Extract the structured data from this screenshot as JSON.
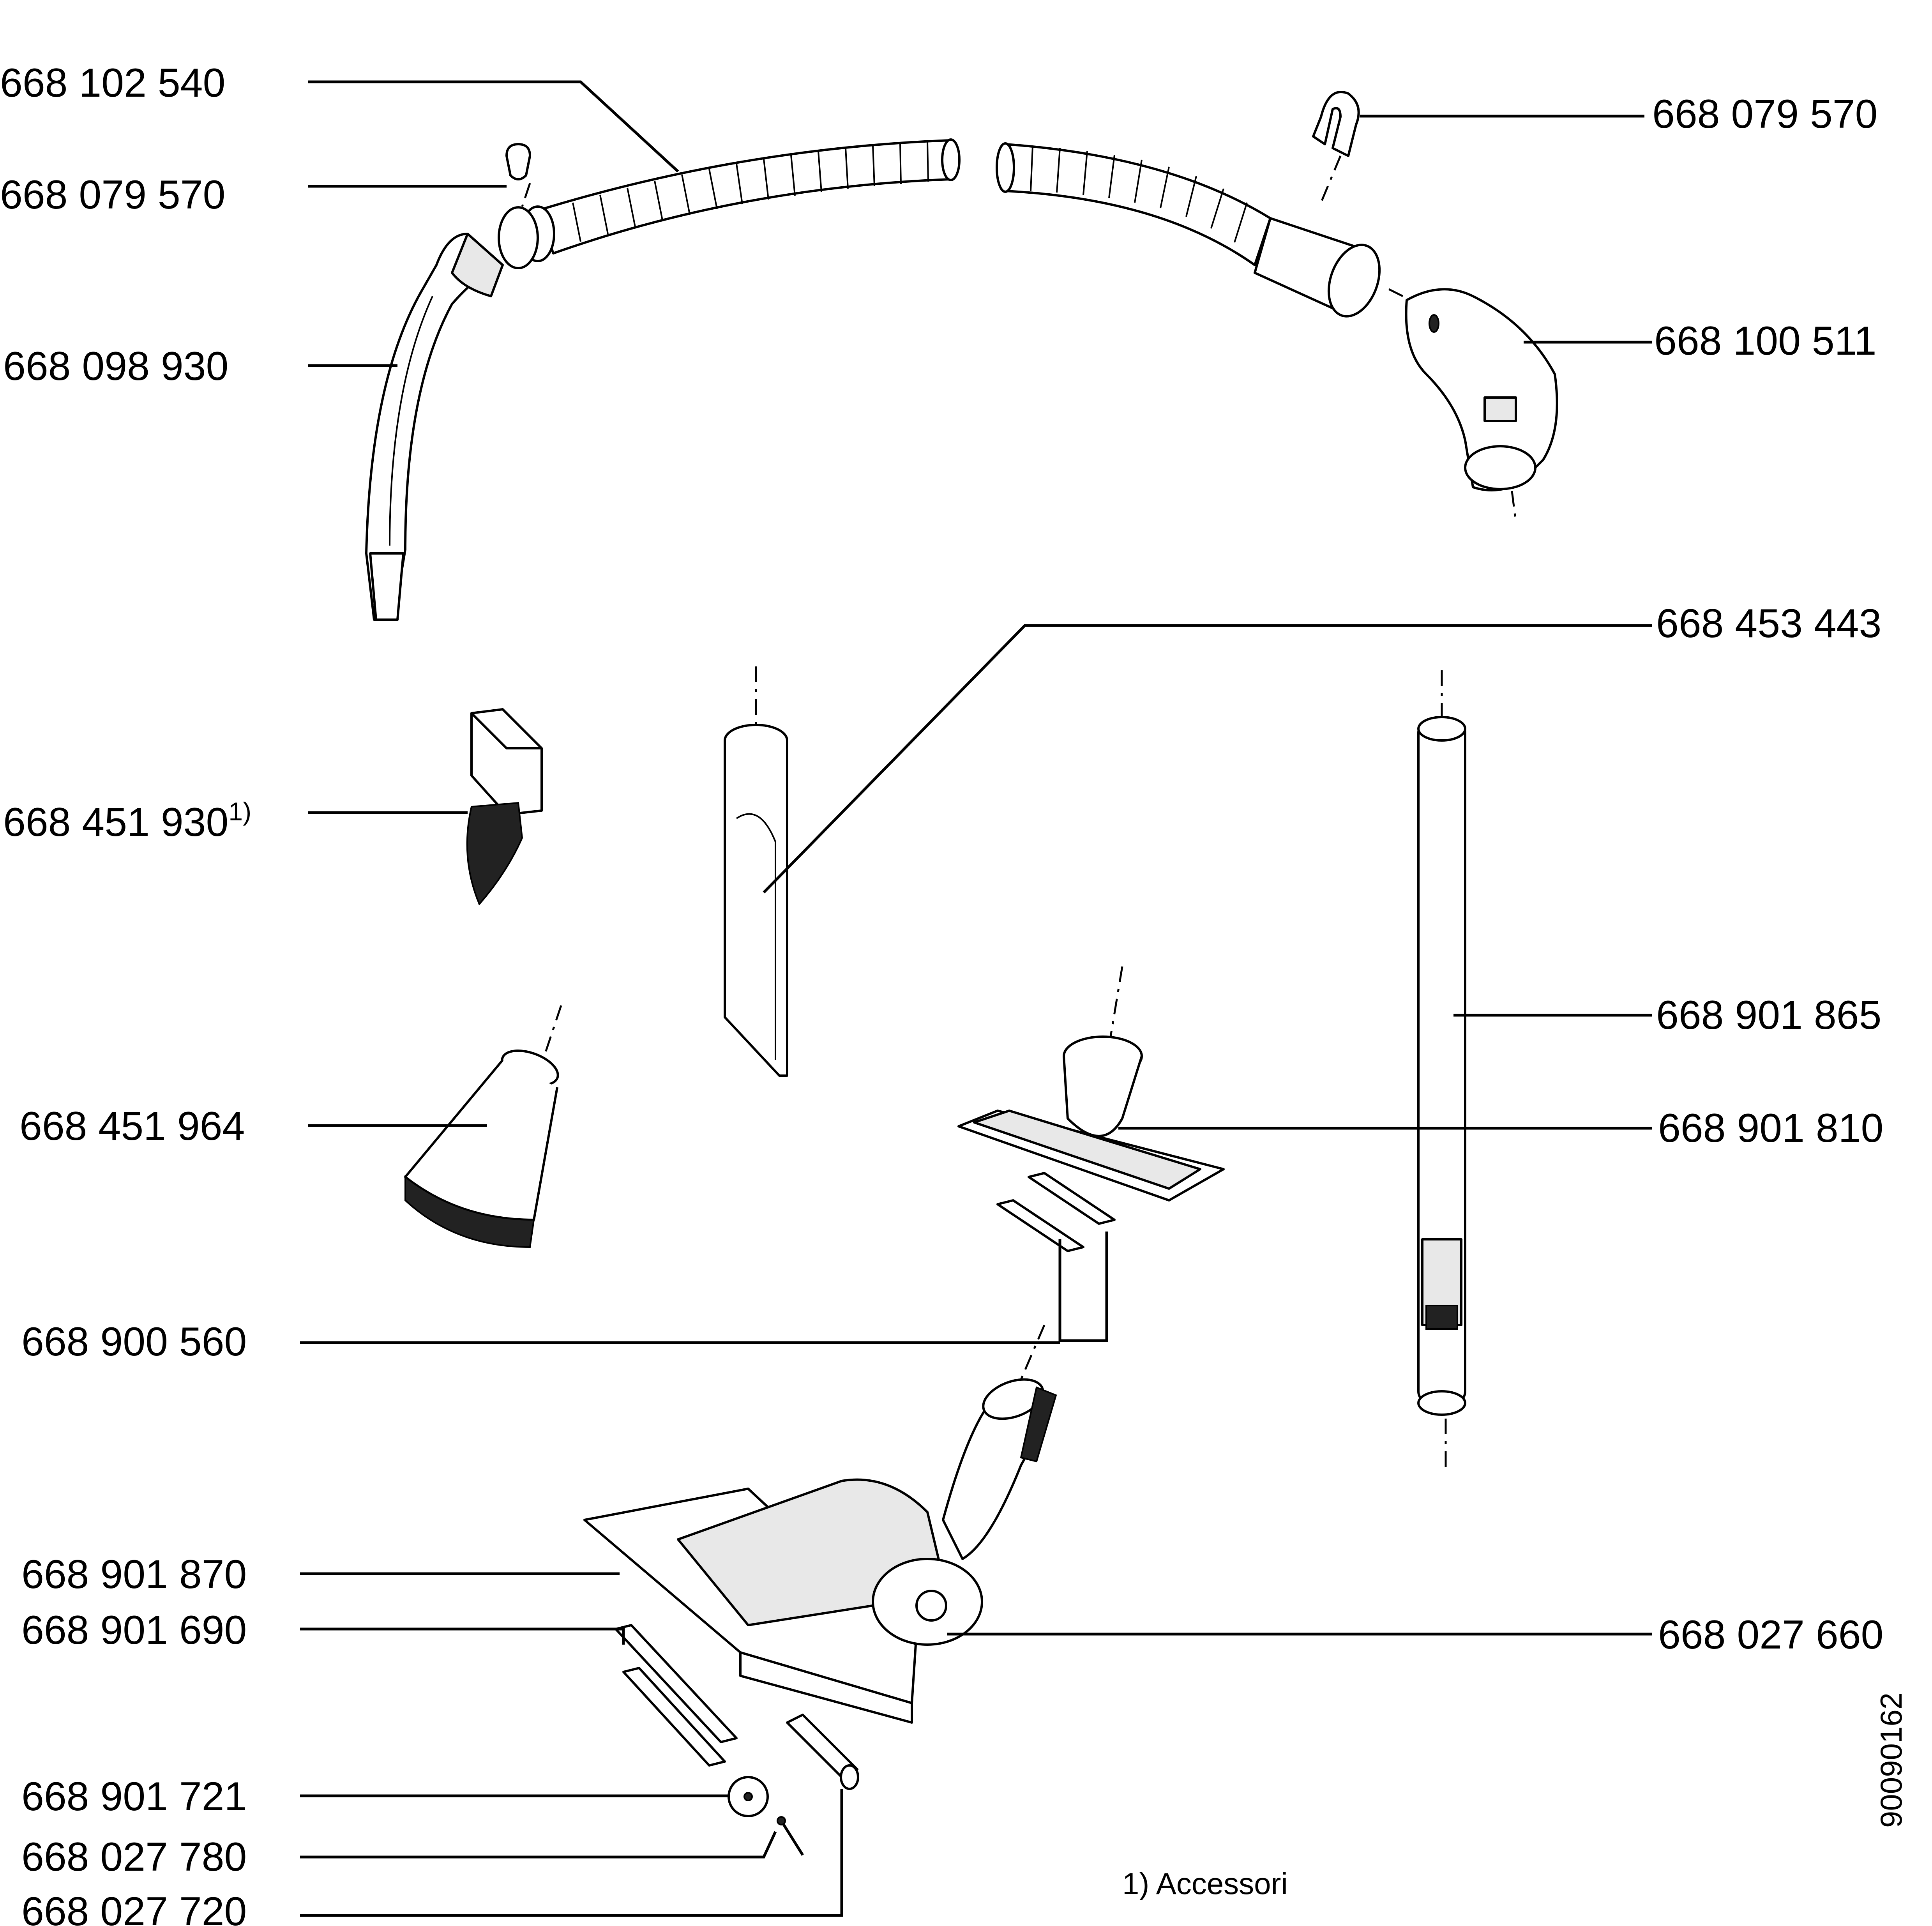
{
  "parts": {
    "hose": "668 102 540",
    "clip_left": "668 079 570",
    "handle_tube": "668 098 930",
    "clip_right": "668 079 570",
    "hose_connector": "668 100 511",
    "crevice_tool": "668 453 443",
    "brush_accessory": "668 451 930",
    "brush_accessory_note": "1)",
    "telescopic_tube": "668 901 865",
    "dusting_brush": "668 451 964",
    "upholstery_nozzle": "668 901 810",
    "nozzle_strips": "668 900 560",
    "floor_nozzle": "668 901 870",
    "nozzle_sole_strip": "668 901 690",
    "wheel_roller": "668 027 660",
    "small_wheel": "668 901 721",
    "pin": "668 027 780",
    "axle_bracket": "668 027 720"
  },
  "footnote": "1) Accessori",
  "drawing_number": "90090162"
}
